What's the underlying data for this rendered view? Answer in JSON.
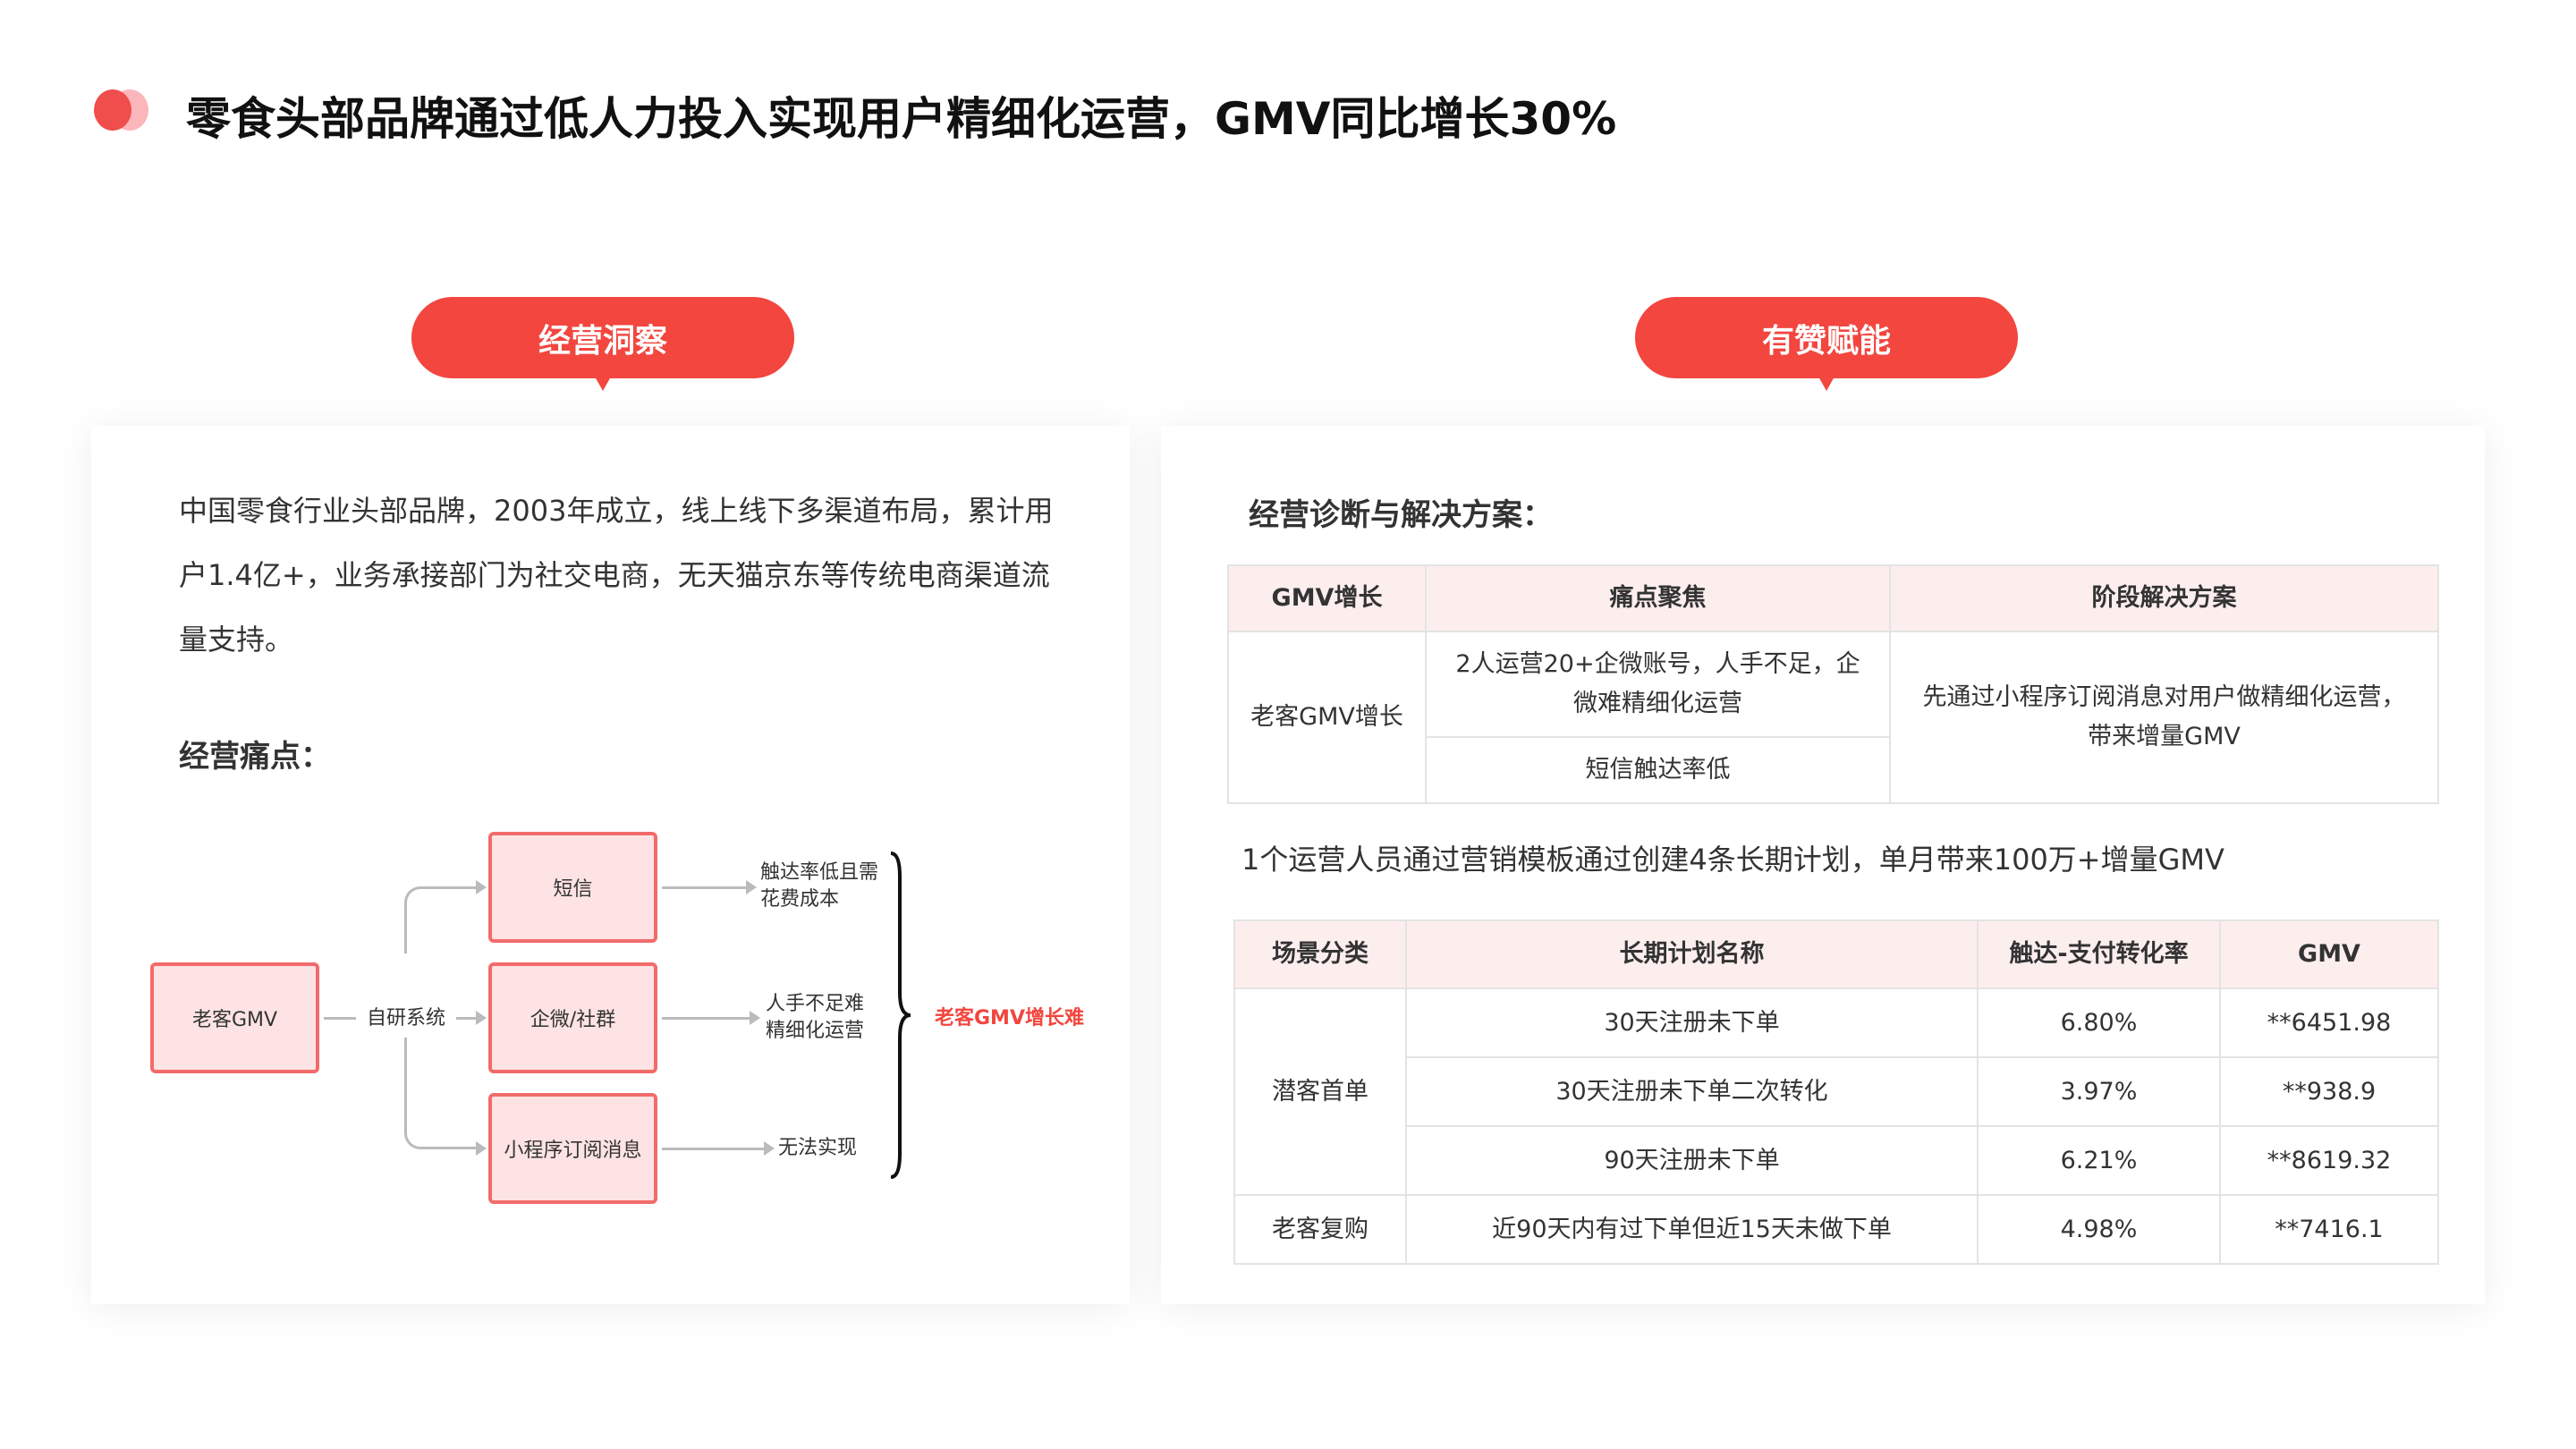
{
  "title": "零食头部品牌通过低人力投入实现用户精细化运营，GMV同比增长30%",
  "left": {
    "pill": "经营洞察",
    "intro": "中国零食行业头部品牌，2003年成立，线上线下多渠道布局，累计用户1.4亿+，业务承接部门为社交电商，无天猫京东等传统电商渠道流量支持。",
    "pain_title": "经营痛点：",
    "diagram": {
      "source": "老客GMV",
      "system": "自研系统",
      "channels": [
        "短信",
        "企微/社群",
        "小程序订阅消息"
      ],
      "issues": [
        [
          "触达率低且需",
          "花费成本"
        ],
        [
          "人手不足难",
          "精细化运营"
        ],
        [
          "无法实现"
        ]
      ],
      "conclusion": "老客GMV增长难"
    }
  },
  "right": {
    "pill": "有赞赋能",
    "heading": "经营诊断与解决方案：",
    "table1": {
      "headers": [
        "GMV增长",
        "痛点聚焦",
        "阶段解决方案"
      ],
      "row_label": "老客GMV增长",
      "pains": [
        "2人运营20+企微账号，人手不足，企微难精细化运营",
        "短信触达率低"
      ],
      "solution": "先通过小程序订阅消息对用户做精细化运营，带来增量GMV"
    },
    "summary": "1个运营人员通过营销模板通过创建4条长期计划，单月带来100万+增量GMV",
    "table2": {
      "headers": [
        "场景分类",
        "长期计划名称",
        "触达-支付转化率",
        "GMV"
      ],
      "groups": [
        {
          "category": "潜客首单",
          "rows": [
            [
              "30天注册未下单",
              "6.80%",
              "**6451.98"
            ],
            [
              "30天注册未下单二次转化",
              "3.97%",
              "**938.9"
            ],
            [
              "90天注册未下单",
              "6.21%",
              "**8619.32"
            ]
          ]
        },
        {
          "category": "老客复购",
          "rows": [
            [
              "近90天内有过下单但近15天未做下单",
              "4.98%",
              "**7416.1"
            ]
          ]
        }
      ]
    }
  },
  "colors": {
    "accent": "#f2463f",
    "box_fill": "#fde3e3",
    "box_border": "#f26b6b"
  }
}
